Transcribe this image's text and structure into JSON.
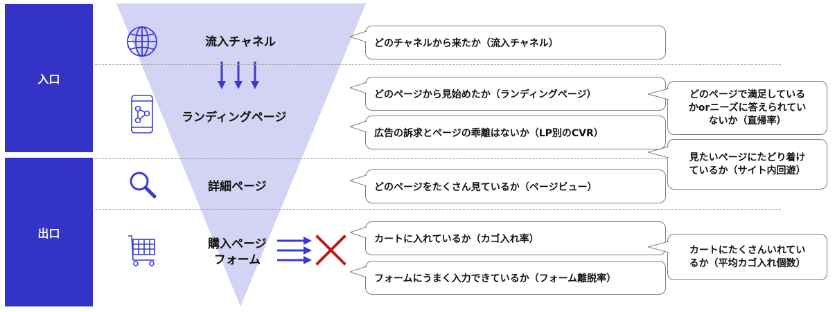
{
  "sidebar": {
    "entry_label": "入口",
    "exit_label": "出口"
  },
  "stages": {
    "channel": "流入チャネル",
    "landing": "ランディングページ",
    "detail": "詳細ページ",
    "purchase_line1": "購入ページ",
    "purchase_line2": "フォーム"
  },
  "bubbles": {
    "channel": "どのチャネルから来たか（流入チャネル）",
    "landing_start": "どのページから見始めたか（ランディングページ）",
    "landing_gap": "広告の訴求とページの乖離はないか（LP別のCVR）",
    "pageview": "どのページをたくさん見ているか（ページビュー）",
    "cart": "カートに入れているか（カゴ入れ率）",
    "form": "フォームにうまく入力できているか（フォーム離脱率）"
  },
  "notes": {
    "bounce": "どのページで満足している\nかorニーズに答えられてい\nないか（直帰率）",
    "circulation": "見たいページにたどり着け\nているか（サイト内回遊）",
    "cart_count": "カートにたくさんいれてい\nるか（平均カゴ入れ個数）"
  },
  "icons": [
    "globe-icon",
    "smartphone-share-icon",
    "search-icon",
    "shopping-cart-icon",
    "drop-off-cross-icon"
  ],
  "colors": {
    "sidebar": "#3333c8",
    "funnel": "#d3d3f3",
    "arrows": "#3a3ad0",
    "cross": "#c01818"
  }
}
